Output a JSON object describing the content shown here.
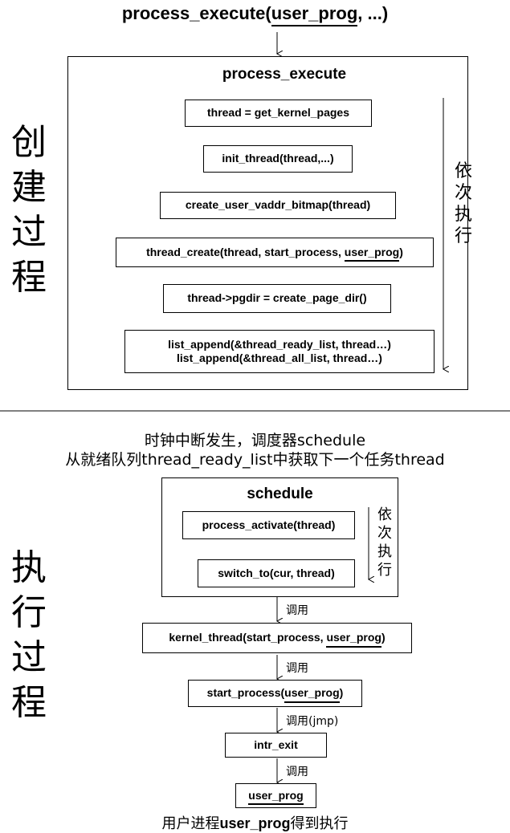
{
  "top": {
    "title_prefix": "process_execute(",
    "title_arg": "user_prog",
    "title_suffix": ", ...)"
  },
  "creation": {
    "side_label": [
      "创",
      "建",
      "过",
      "程"
    ],
    "box_title": "process_execute",
    "steps": [
      "thread = get_kernel_pages",
      "init_thread(thread,...)",
      "create_user_vaddr_bitmap(thread)"
    ],
    "thread_create": {
      "prefix": "thread_create(thread, start_process, ",
      "arg": "user_prog",
      "suffix": ")"
    },
    "pgdir_step": "thread->pgdir = create_page_dir()",
    "list_append_1": "list_append(&thread_ready_list, thread…)",
    "list_append_2": "list_append(&thread_all_list, thread…)",
    "order_label": [
      "依",
      "次",
      "执",
      "行"
    ]
  },
  "execution": {
    "side_label": [
      "执",
      "行",
      "过",
      "程"
    ],
    "intro_line1": "时钟中断发生，调度器schedule",
    "intro_line2": "从就绪队列thread_ready_list中获取下一个任务thread",
    "schedule_title": "schedule",
    "schedule_steps": [
      "process_activate(thread)",
      "switch_to(cur, thread)"
    ],
    "order_label": [
      "依",
      "次",
      "执",
      "行"
    ],
    "call_label_1": "调用",
    "kernel_thread": {
      "prefix": "kernel_thread(start_process, ",
      "arg": "user_prog",
      "suffix": ")"
    },
    "call_label_2": "调用",
    "start_process": {
      "prefix": "start_process(",
      "arg": "user_prog",
      "suffix": ")"
    },
    "call_label_3": "调用(jmp)",
    "intr_exit": "intr_exit",
    "call_label_4": "调用",
    "user_prog": "user_prog",
    "footer_prefix": "用户进程",
    "footer_bold": "user_prog",
    "footer_suffix": "得到执行"
  }
}
